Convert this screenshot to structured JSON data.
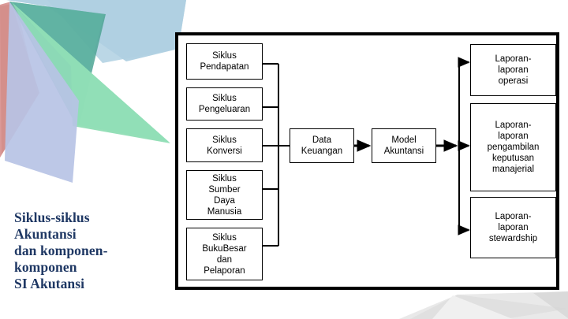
{
  "slide": {
    "title_lines": [
      "Siklus-siklus",
      "Akuntansi",
      "dan komponen-",
      "komponen",
      "SI Akutansi"
    ],
    "title_color": "#1F3864"
  },
  "diagram": {
    "frame_color": "#000000",
    "input_cycles": [
      {
        "id": "siklus-pendapatan",
        "label": "Siklus\nPendapatan"
      },
      {
        "id": "siklus-pengeluaran",
        "label": "Siklus\nPengeluaran"
      },
      {
        "id": "siklus-konversi",
        "label": "Siklus\nKonversi"
      },
      {
        "id": "siklus-sumber-daya-manusia",
        "label": "Siklus\nSumber\nDaya\nManusia"
      },
      {
        "id": "siklus-buku-besar-dan-pelaporan",
        "label": "Siklus\nBukuBesar\ndan\nPelaporan"
      }
    ],
    "process_nodes": [
      {
        "id": "data-keuangan",
        "label": "Data\nKeuangan"
      },
      {
        "id": "model-akuntansi",
        "label": "Model\nAkuntansi"
      }
    ],
    "output_reports": [
      {
        "id": "laporan-operasi",
        "label": "Laporan-\nlaporan\noperasi"
      },
      {
        "id": "laporan-pengambilan-keputusan-manajerial",
        "label": "Laporan-\nlaporan\npengambilan\nkeputusan\nmanajerial"
      },
      {
        "id": "laporan-stewardship",
        "label": "Laporan-\nlaporan\nstewardship"
      }
    ]
  },
  "decor": {
    "light_blue": "#AFD0E2",
    "salmon": "#D99491",
    "teal": "#63B5A6",
    "green": "#8FDDB4",
    "periwinkle": "#B7C3E5",
    "pale_gray": "#E8E8E8"
  }
}
